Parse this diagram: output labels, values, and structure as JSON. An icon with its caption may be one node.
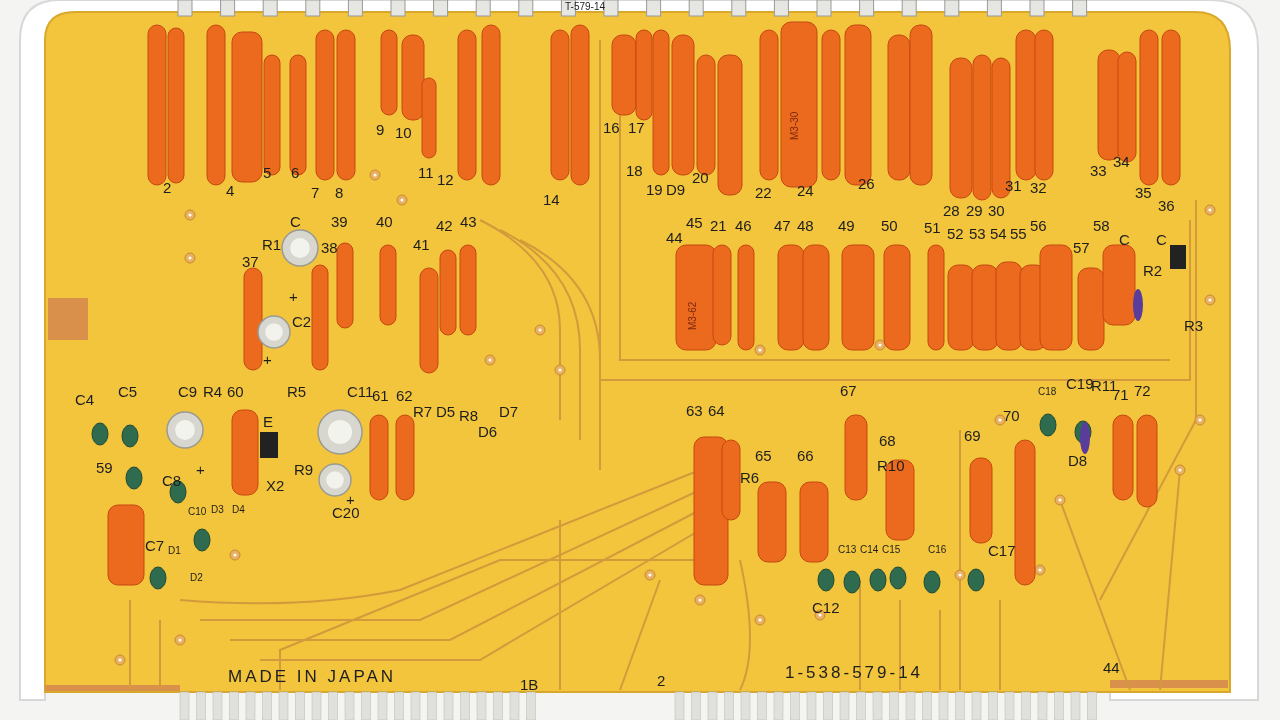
{
  "diagram": {
    "labels": [
      "T-579-14",
      "2",
      "4",
      "5",
      "6",
      "7",
      "8",
      "9",
      "10",
      "11",
      "12",
      "14",
      "16",
      "17",
      "18",
      "19",
      "D9",
      "20",
      "22",
      "24",
      "26",
      "31",
      "32",
      "33",
      "34",
      "35",
      "36",
      "M3-30",
      "C",
      "R1",
      "37",
      "38",
      "39",
      "40",
      "41",
      "42",
      "43",
      "+",
      "C2",
      "+",
      "44",
      "45",
      "21",
      "46",
      "47",
      "48",
      "49",
      "50",
      "51",
      "28",
      "29",
      "30",
      "52",
      "53",
      "54",
      "55",
      "56",
      "58",
      "57",
      "C",
      "C",
      "R2",
      "R3",
      "M3-62",
      "C4",
      "C5",
      "C9",
      "R4",
      "60",
      "R5",
      "C11",
      "61",
      "62",
      "R7",
      "D5",
      "R8",
      "D6",
      "D7",
      "59",
      "C8",
      "+",
      "E",
      "X2",
      "R9",
      "C20",
      "+",
      "C10",
      "D3",
      "D4",
      "C7",
      "D1",
      "D2",
      "63",
      "64",
      "65",
      "R6",
      "66",
      "67",
      "68",
      "R10",
      "69",
      "70",
      "C18",
      "C19",
      "R11",
      "71",
      "72",
      "D8",
      "C12",
      "C13",
      "C14",
      "C15",
      "C16",
      "C17",
      "MADE IN JAPAN",
      "1B",
      "2",
      "1-538-579-14",
      "44"
    ]
  }
}
